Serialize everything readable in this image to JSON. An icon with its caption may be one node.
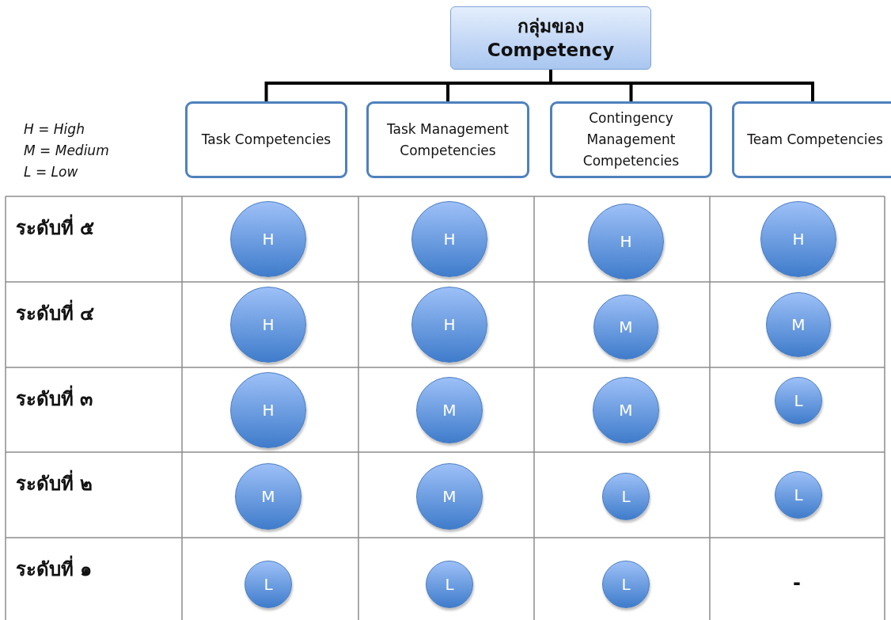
{
  "diagram": {
    "nodes": [
      {
        "text": [
          "กลุ่มของ Competency"
        ]
      },
      {
        "text": [
          "Task Competencies"
        ]
      },
      {
        "text": [
          "Task Management Competencies"
        ]
      },
      {
        "text": [
          "Contingency Management Competencies"
        ]
      },
      {
        "text": [
          "Team Competencies"
        ]
      },
      {
        "text": [
          "H"
        ]
      },
      {
        "text": [
          "H"
        ]
      },
      {
        "text": [
          "H"
        ]
      },
      {
        "text": [
          "H"
        ]
      },
      {
        "text": [
          "H"
        ]
      },
      {
        "text": [
          "H"
        ]
      },
      {
        "text": [
          "M"
        ]
      },
      {
        "text": [
          "M"
        ]
      },
      {
        "text": [
          "H"
        ]
      },
      {
        "text": [
          "M"
        ]
      },
      {
        "text": [
          "M"
        ]
      },
      {
        "text": [
          "L"
        ]
      },
      {
        "text": [
          "M"
        ]
      },
      {
        "text": [
          "M"
        ]
      },
      {
        "text": [
          "L"
        ]
      },
      {
        "text": [
          "L"
        ]
      },
      {
        "text": [
          "L"
        ]
      },
      {
        "text": [
          "L"
        ]
      },
      {
        "text": [
          "L"
        ]
      }
    ],
    "edges": [
      {
        "from": 0,
        "to": 1,
        "arrow": "none"
      },
      {
        "from": 0,
        "to": 2,
        "arrow": "none"
      },
      {
        "from": 0,
        "to": 3,
        "arrow": "none"
      },
      {
        "from": 0,
        "to": 4,
        "arrow": "none"
      }
    ],
    "labels": [
      "H = High",
      "M = Medium",
      "L = Low",
      "ระดับที่ ๕",
      "ระดับที่ ๔",
      "ระดับที่ ๓",
      "ระดับที่ ๒",
      "ระดับที่ ๑",
      "-"
    ]
  }
}
